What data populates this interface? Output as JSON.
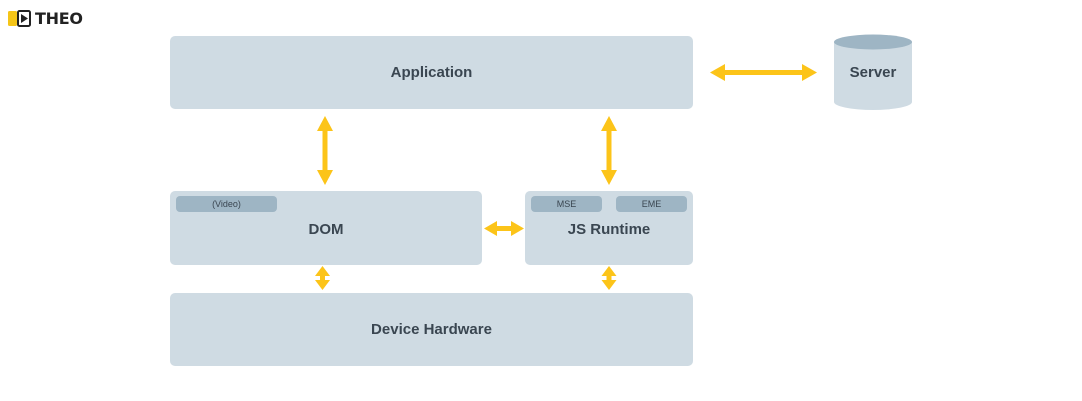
{
  "logo": {
    "text": "THEO"
  },
  "nodes": {
    "application": "Application",
    "server": "Server",
    "dom": "DOM",
    "js_runtime": "JS Runtime",
    "device_hardware": "Device Hardware"
  },
  "chips": {
    "video": "(Video)",
    "mse": "MSE",
    "eme": "EME"
  },
  "colors": {
    "box": "#cfdbe3",
    "chip": "#9eb5c4",
    "arrow": "#fcc419",
    "text": "#3a4651"
  }
}
